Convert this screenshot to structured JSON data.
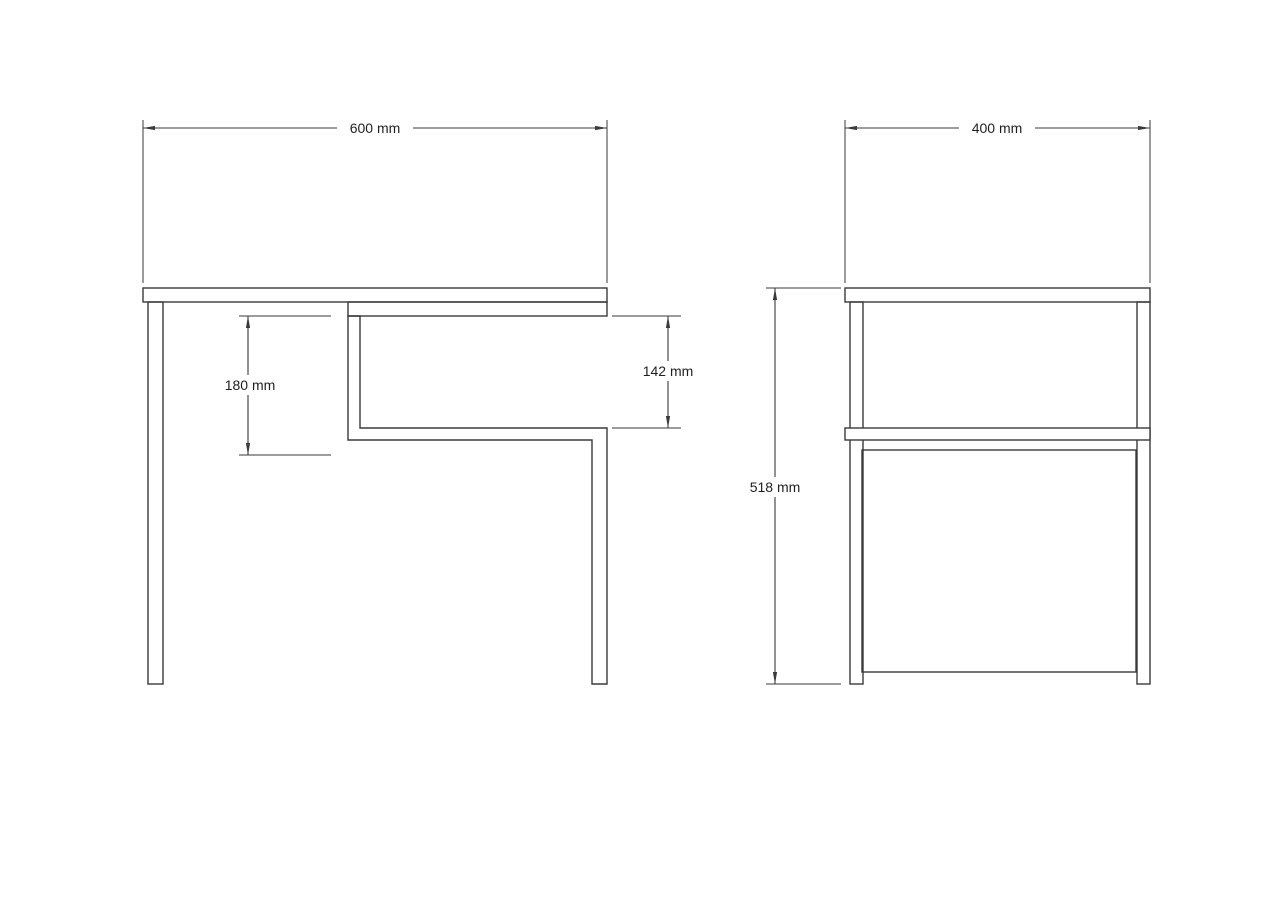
{
  "drawing": {
    "background": "#ffffff",
    "line_color": "#3a3a3a",
    "text_color": "#1f1f1f",
    "views": {
      "front": {
        "dimensions": {
          "width": "600 mm",
          "top_to_shelf_drop": "180 mm",
          "shelf_opening_height": "142 mm"
        }
      },
      "side": {
        "dimensions": {
          "depth": "400 mm",
          "overall_height": "518 mm"
        }
      }
    }
  }
}
